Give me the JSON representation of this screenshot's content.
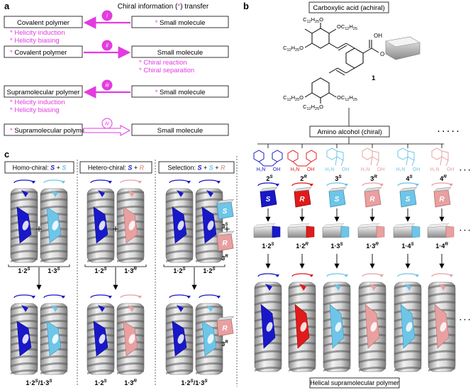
{
  "panel_letters": {
    "a": "a",
    "b": "b",
    "c": "c"
  },
  "colors": {
    "magenta": "#e33be0",
    "dark_blue": "#1818c8",
    "red": "#e01b1b",
    "light_blue": "#6ec5e8",
    "pink": "#e8a0a0",
    "gray": "#b8b8b8",
    "dark_gray": "#707070"
  },
  "panel_a": {
    "title": "Chiral information (",
    "title_star": "*",
    "title_end": ") transfer",
    "rows": [
      {
        "step": "i",
        "left": "Covalent polymer",
        "right": "Small molecule",
        "left_star": false,
        "right_star": true,
        "notes": [
          "Helicity induction",
          "Helicity biasing"
        ],
        "notes_side": "left"
      },
      {
        "step": "ii",
        "left": "Covalent polymer",
        "right": "Small molecule",
        "left_star": true,
        "right_star": false,
        "notes": [
          "Chiral reaction",
          "Chiral separation"
        ],
        "notes_side": "right"
      },
      {
        "step": "iii",
        "left": "Supramolecular polymer",
        "right": "Small molecule",
        "left_star": false,
        "right_star": true,
        "notes": [
          "Helicity induction",
          "Helicity biasing"
        ],
        "notes_side": "left"
      },
      {
        "step": "iv",
        "left": "Supramolecular polymer",
        "right": "Small molecule",
        "left_star": true,
        "right_star": false,
        "notes": [],
        "notes_side": "none"
      }
    ]
  },
  "panel_b": {
    "acid_label": "Carboxylic acid (achiral)",
    "substituent": "OC",
    "sub_index": "12",
    "sub_tail": "H",
    "sub_index2": "25",
    "oh_label": "OH",
    "o_label": "O",
    "compound_1": "1",
    "amino_label": "Amino alcohol (chiral)",
    "ellipsis": "· · · · ·",
    "small_ellipsis": "· · ·",
    "h2n": "H₂N",
    "oh": "OH",
    "alcohols": [
      {
        "num": "2",
        "sup": "S",
        "letter": "S",
        "color": "#1818c8"
      },
      {
        "num": "2",
        "sup": "R",
        "letter": "R",
        "color": "#e01b1b"
      },
      {
        "num": "3",
        "sup": "S",
        "letter": "S",
        "color": "#6ec5e8"
      },
      {
        "num": "3",
        "sup": "R",
        "letter": "R",
        "color": "#e8a0a0"
      },
      {
        "num": "4",
        "sup": "S",
        "letter": "S",
        "color": "#6ec5e8"
      },
      {
        "num": "4",
        "sup": "R",
        "letter": "R",
        "color": "#e8a0a0"
      }
    ],
    "complexes": [
      {
        "a": "1",
        "dot": "·",
        "b": "2",
        "sup": "S"
      },
      {
        "a": "1",
        "dot": "·",
        "b": "2",
        "sup": "R"
      },
      {
        "a": "1",
        "dot": "·",
        "b": "3",
        "sup": "S"
      },
      {
        "a": "1",
        "dot": "·",
        "b": "3",
        "sup": "R"
      },
      {
        "a": "1",
        "dot": "·",
        "b": "4",
        "sup": "S"
      },
      {
        "a": "1",
        "dot": "·",
        "b": "4",
        "sup": "R"
      }
    ],
    "helical_label": "Helical supramolecular polymer"
  },
  "panel_c": {
    "sections": [
      {
        "title_pre": "Homo-chiral: ",
        "a": "S",
        "plus": " + ",
        "b": "S",
        "a_color": "#1818c8",
        "b_color": "#6ec5e8",
        "bottom_left": {
          "base": "1·2",
          "sup": "S"
        },
        "bottom_right": {
          "base": "1·3",
          "sup": "S"
        },
        "result": "1·2",
        "result_sup": "S",
        "result_mid": "/1·3",
        "result_sup2": "S"
      },
      {
        "title_pre": "Hetero-chiral: ",
        "a": "S",
        "plus": " + ",
        "b": "R",
        "a_color": "#1818c8",
        "b_color": "#e8a0a0",
        "bottom_left": {
          "base": "1·2",
          "sup": "S"
        },
        "bottom_right": {
          "base": "1·3",
          "sup": "R"
        },
        "result_left": "1·2",
        "result_left_sup": "S",
        "result_right": "1·3",
        "result_right_sup": "R"
      },
      {
        "title_pre": "Selection: ",
        "a": "S",
        "plus": " + ",
        "b": "S",
        "plus2": " + ",
        "c": "R",
        "a_color": "#1818c8",
        "b_color": "#6ec5e8",
        "c_color": "#e8a0a0",
        "bottom_left": {
          "base": "1·2",
          "sup": "S"
        },
        "result": "1·2",
        "result_sup": "S",
        "result_mid": "/1·3",
        "result_sup2": "S",
        "free_top": {
          "base": "3",
          "sup": "S"
        },
        "free_mid": {
          "base": "3",
          "sup": "R"
        },
        "free_bottom": {
          "base": "3",
          "sup": "R"
        }
      }
    ],
    "plus": "+"
  }
}
